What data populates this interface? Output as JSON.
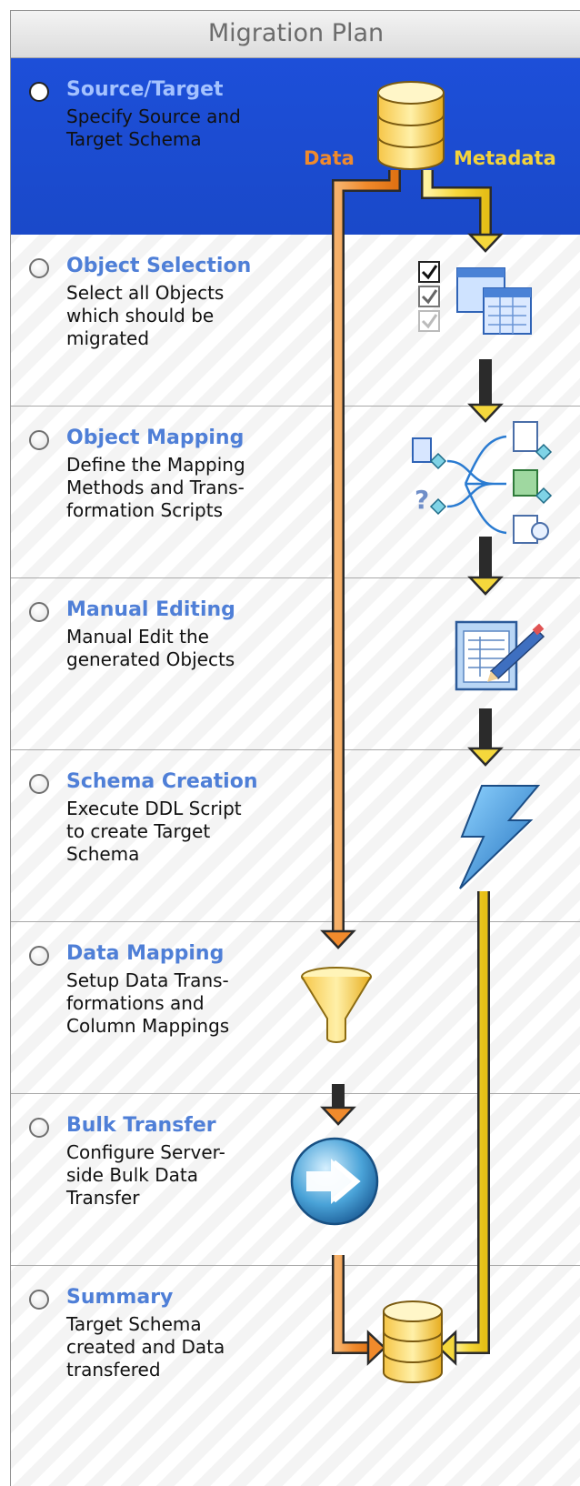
{
  "header": {
    "title": "Migration Plan"
  },
  "flow_labels": {
    "data": "Data",
    "metadata": "Metadata"
  },
  "colors": {
    "active_bg": "#1c4ed8",
    "title": "#4f7fd7",
    "data_arrow": "#f08a2c",
    "metadata_arrow": "#f3d33b"
  },
  "steps": [
    {
      "title": "Source/Target",
      "desc": "Specify Source and\nTarget Schema",
      "selected": true
    },
    {
      "title": "Object Selection",
      "desc": "Select all Objects\nwhich should be\nmigrated",
      "selected": false
    },
    {
      "title": "Object Mapping",
      "desc": "Define the Mapping\nMethods and Trans-\nformation Scripts",
      "selected": false
    },
    {
      "title": "Manual Editing",
      "desc": "Manual Edit the\ngenerated Objects",
      "selected": false
    },
    {
      "title": "Schema Creation",
      "desc": "Execute DDL Script\nto create Target\nSchema",
      "selected": false
    },
    {
      "title": "Data Mapping",
      "desc": "Setup Data Trans-\nformations and\nColumn Mappings",
      "selected": false
    },
    {
      "title": "Bulk Transfer",
      "desc": "Configure Server-\nside Bulk Data\nTransfer",
      "selected": false
    },
    {
      "title": "Summary",
      "desc": "Target Schema\ncreated and Data\ntransfered",
      "selected": false
    }
  ],
  "icons": {
    "source": "database-icon",
    "selection": "checkbox-table-icon",
    "mapping": "mapping-icon",
    "editing": "edit-form-icon",
    "schema": "lightning-icon",
    "data_mapping": "funnel-icon",
    "bulk": "forward-arrows-icon",
    "target": "database-icon"
  }
}
